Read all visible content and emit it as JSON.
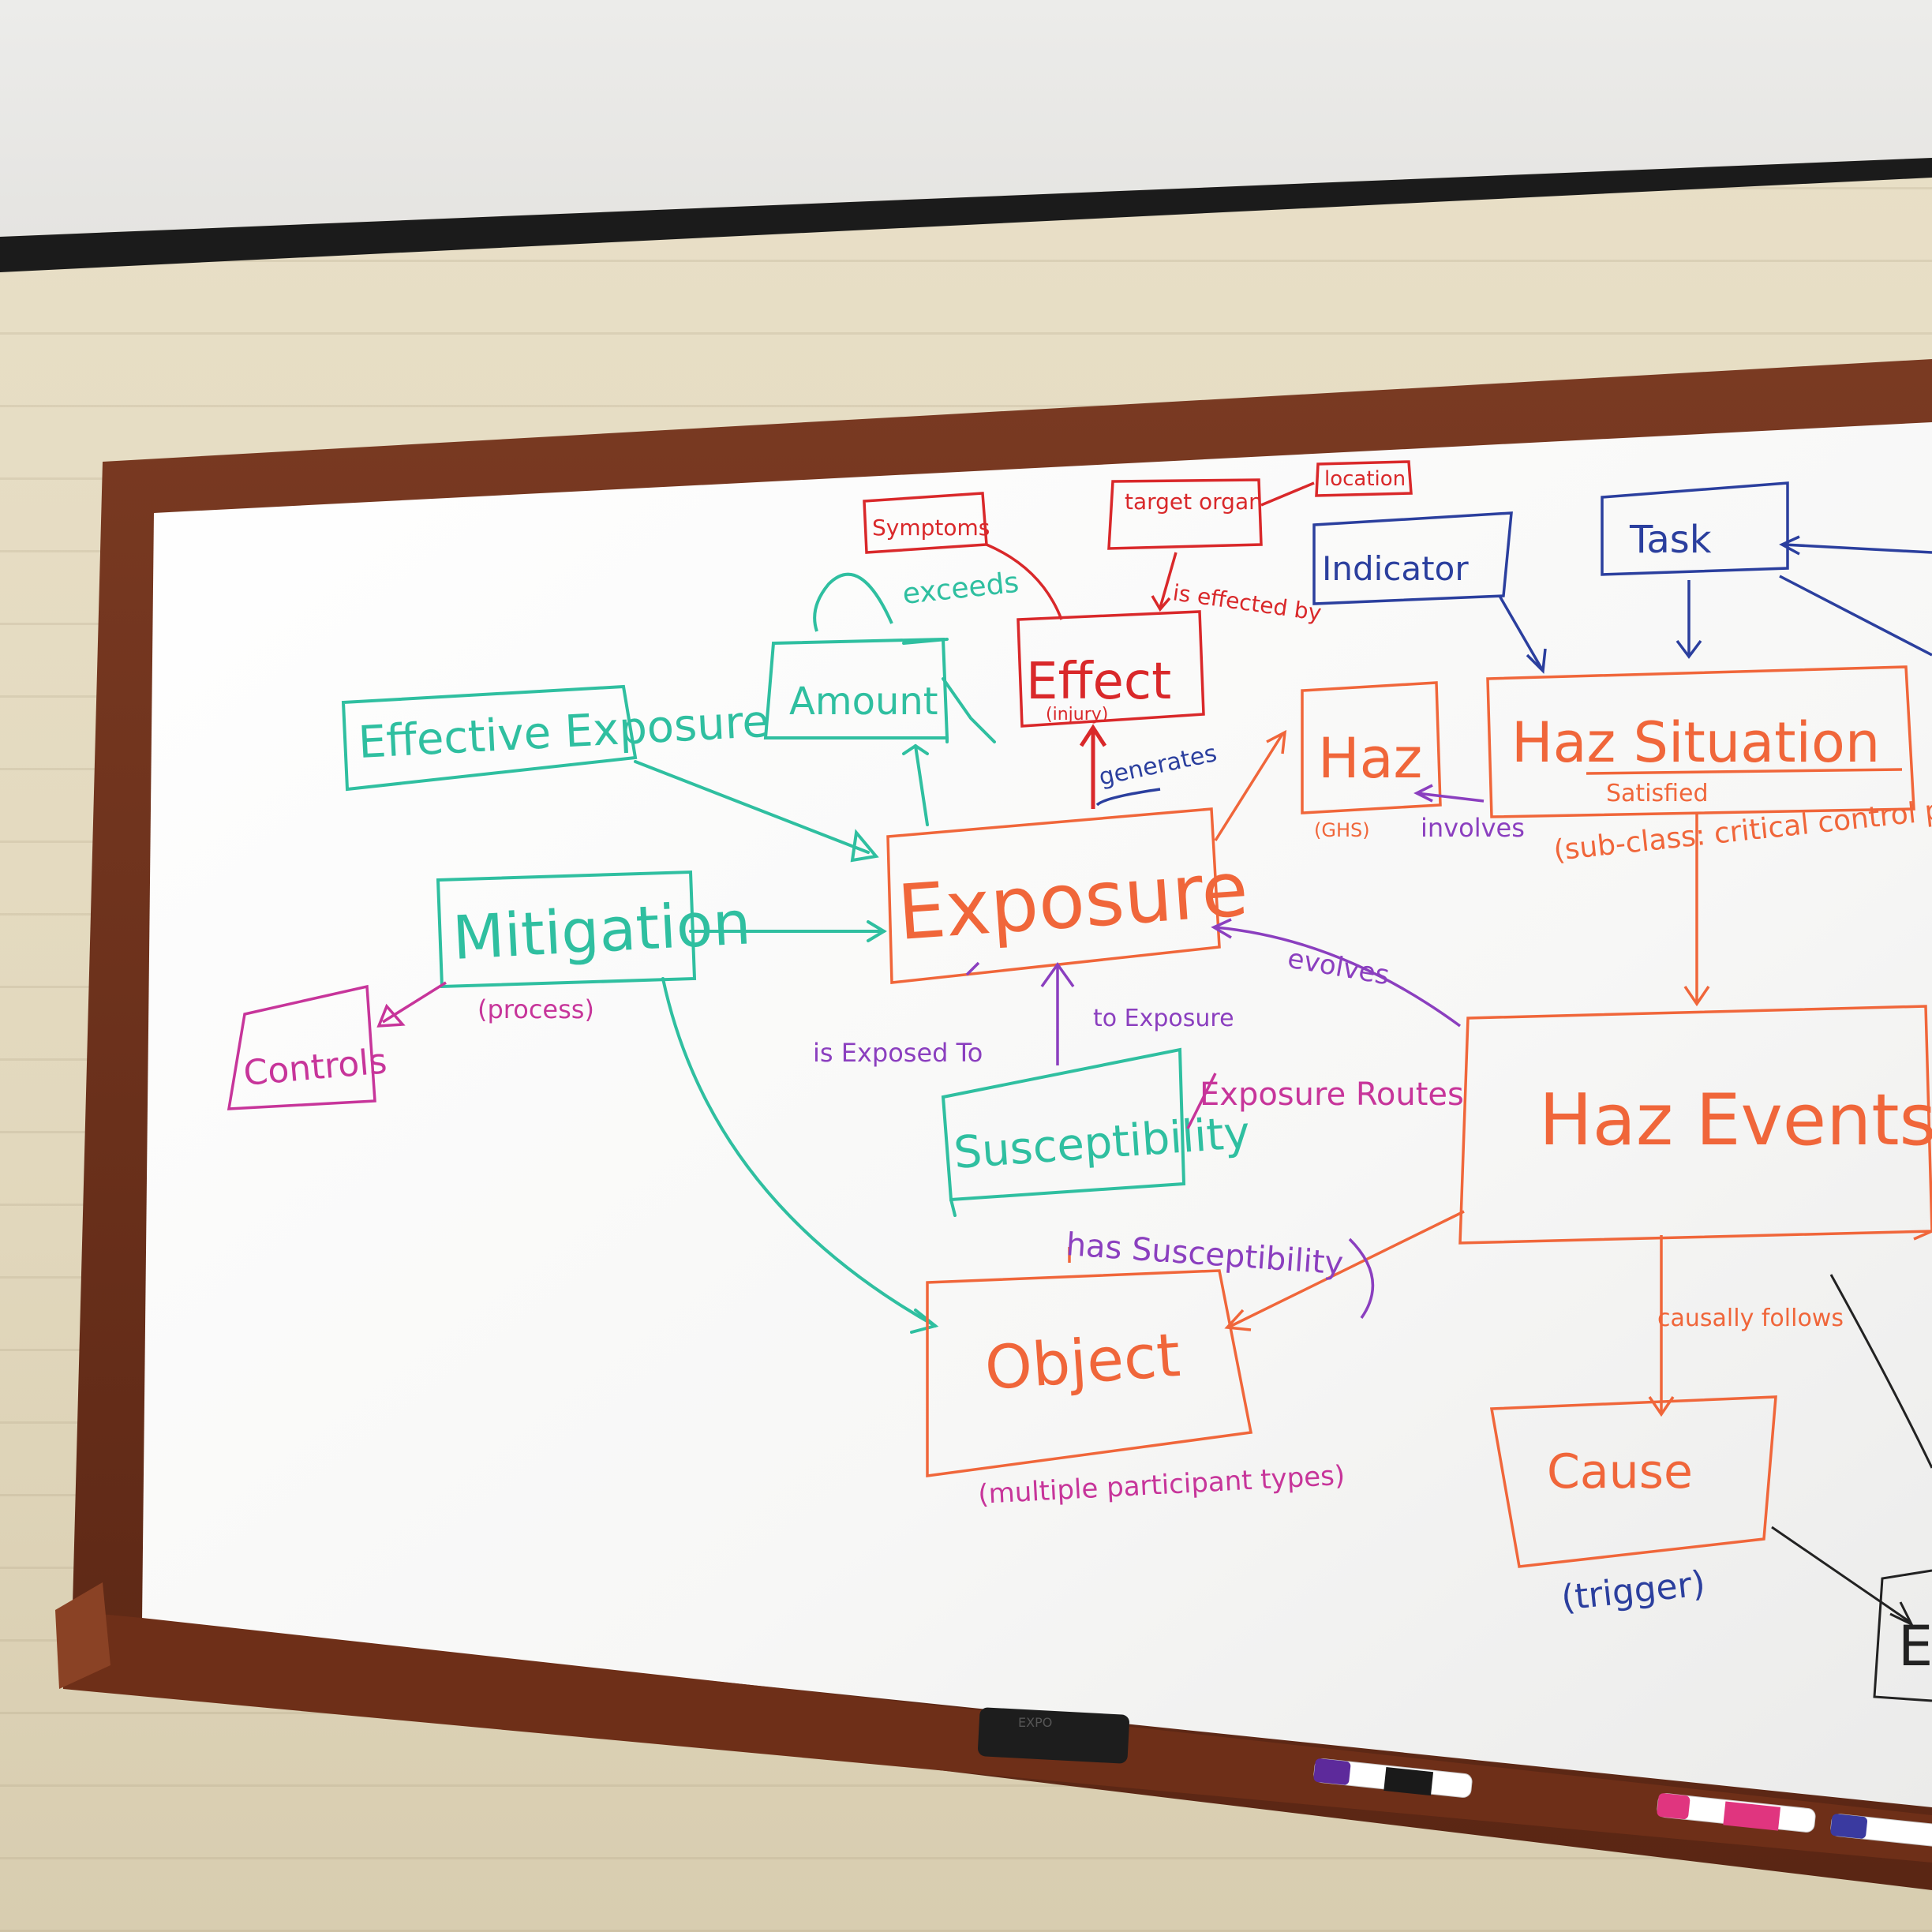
{
  "colors": {
    "teal": "#2fbfa0",
    "orange": "#f0663a",
    "red": "#d9282a",
    "blue": "#2b3f9e",
    "purple": "#8b3fbf",
    "magenta": "#c7359a",
    "black": "#222222"
  },
  "board": {
    "nodes": {
      "effective_exposure": "Effective Exposure",
      "amount": "Amount",
      "effect": "Effect",
      "effect_sub": "(injury)",
      "symptoms": "Symptoms",
      "target_organ": "target organ",
      "location": "location",
      "indicator": "Indicator",
      "task": "Task",
      "haz": "Haz",
      "haz_sub": "(GHS)",
      "haz_situation": "Haz Situation",
      "haz_situation_sub": "Satisfied",
      "haz_situation_note": "(sub-class: critical control point)",
      "mitigation": "Mitigation",
      "mitigation_sub": "(process)",
      "controls": "Controls",
      "exposure": "Exposure",
      "susceptibility": "Susceptibility",
      "haz_events": "Haz Events",
      "object": "Object",
      "object_note": "(multiple participant types)",
      "cause": "Cause",
      "cause_sub": "(trigger)",
      "e_partial": "E"
    },
    "edges": {
      "exceeds": "exceeds",
      "is_effected_by": "is effected by",
      "generates": "generates",
      "involves": "involves",
      "evolves": "evolves",
      "is_exposed_to": "is Exposed To",
      "to_exposure": "to Exposure",
      "exposure_routes": "Exposure Routes",
      "has_susceptibility": "has Susceptibility",
      "causally_follows": "causally follows"
    }
  },
  "eraser_label": "EXPO"
}
